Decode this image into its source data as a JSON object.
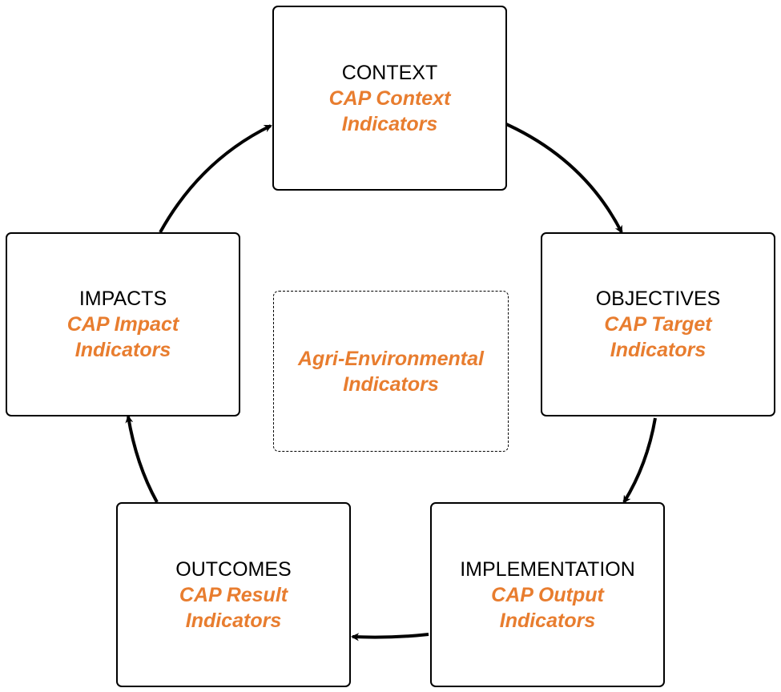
{
  "diagram": {
    "accent_color": "#e87d2f",
    "nodes": {
      "context": {
        "title": "CONTEXT",
        "subtitle": "CAP Context\nIndicators"
      },
      "objectives": {
        "title": "OBJECTIVES",
        "subtitle": "CAP Target\nIndicators"
      },
      "implementation": {
        "title": "IMPLEMENTATION",
        "subtitle": "CAP Output\nIndicators"
      },
      "outcomes": {
        "title": "OUTCOMES",
        "subtitle": "CAP Result\nIndicators"
      },
      "impacts": {
        "title": "IMPACTS",
        "subtitle": "CAP Impact\nIndicators"
      },
      "center": {
        "subtitle": "Agri-Environmental\nIndicators"
      }
    },
    "edges": [
      {
        "from": "context",
        "to": "objectives"
      },
      {
        "from": "objectives",
        "to": "implementation"
      },
      {
        "from": "implementation",
        "to": "outcomes"
      },
      {
        "from": "outcomes",
        "to": "impacts"
      },
      {
        "from": "impacts",
        "to": "context"
      }
    ]
  }
}
